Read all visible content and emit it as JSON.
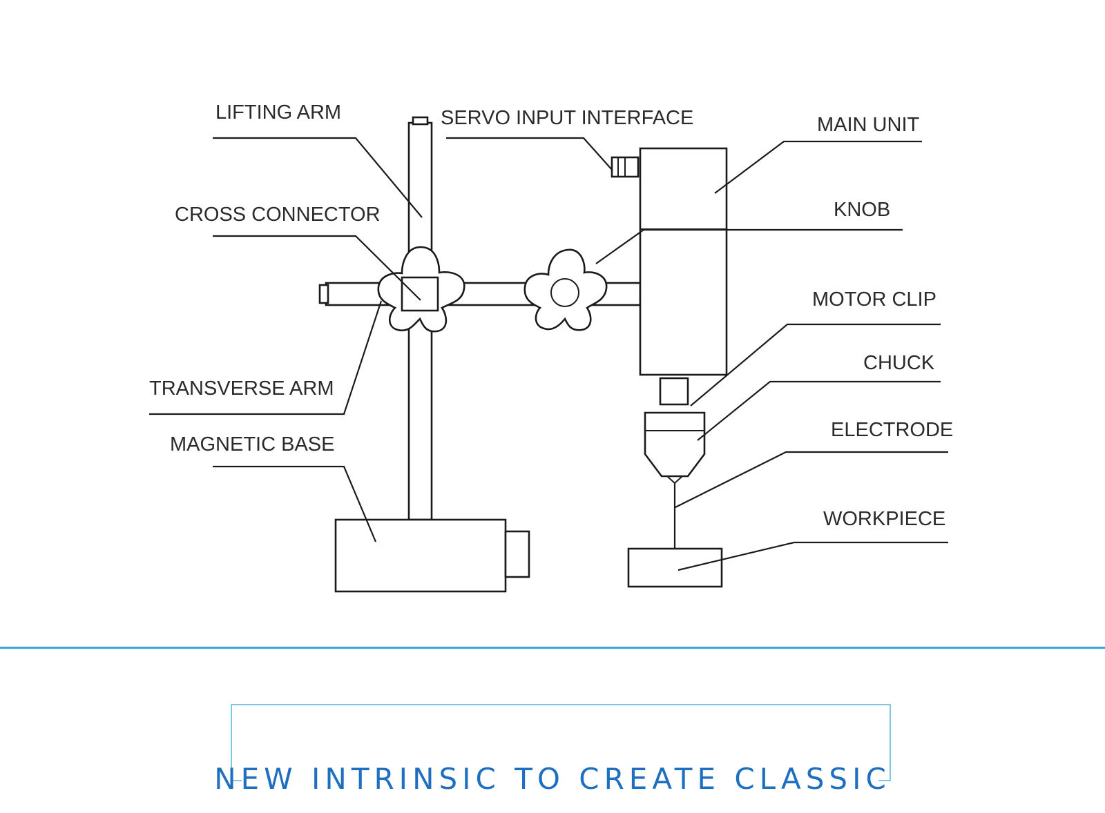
{
  "labels": {
    "lifting_arm": "LIFTING ARM",
    "servo_input_interface": "SERVO INPUT INTERFACE",
    "main_unit": "MAIN UNIT",
    "cross_connector": "CROSS CONNECTOR",
    "knob": "KNOB",
    "motor_clip": "MOTOR CLIP",
    "chuck": "CHUCK",
    "transverse_arm": "TRANSVERSE ARM",
    "electrode": "ELECTRODE",
    "magnetic_base": "MAGNETIC BASE",
    "workpiece": "WORKPIECE"
  },
  "footer": {
    "slogan": "NEW INTRINSIC TO CREATE CLASSIC"
  },
  "colors": {
    "divider": "#3aa6d8",
    "frame": "#7ec8e6",
    "slogan": "#1f6fc0",
    "line": "#1a1a1a"
  }
}
